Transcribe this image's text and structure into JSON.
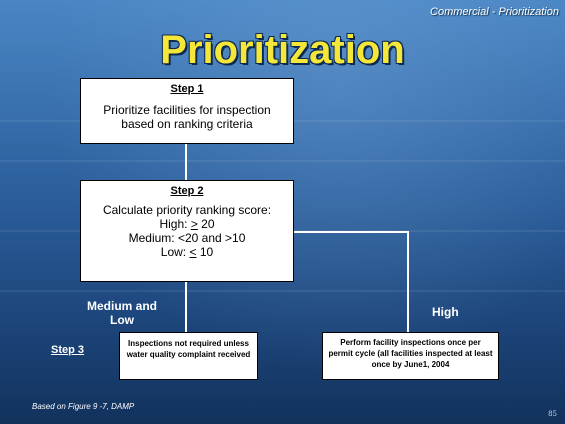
{
  "header": {
    "section_label": "Commercial - Prioritization"
  },
  "title": "Prioritization",
  "step1": {
    "heading": "Step 1",
    "text": "Prioritize facilities for inspection based on ranking criteria"
  },
  "step2": {
    "heading": "Step 2",
    "intro": "Calculate priority ranking score:",
    "high_label": "High:",
    "high_symbol": ">",
    "high_value": "20",
    "medium": "Medium: <20 and >10",
    "low_label": "Low:",
    "low_symbol": "<",
    "low_value": "10"
  },
  "branch_labels": {
    "medium_low": "Medium and Low",
    "high": "High"
  },
  "step3_label": "Step 3",
  "outcome_left": "Inspections not required unless water quality complaint received",
  "outcome_right": "Perform facility inspections once per permit cycle (all facilities inspected at least once by June1, 2004",
  "footer_note": "Based on Figure 9 -7, DAMP",
  "page_number": "85",
  "colors": {
    "title": "#f5e63a",
    "background": "#2c5f9c",
    "box": "#ffffff"
  }
}
